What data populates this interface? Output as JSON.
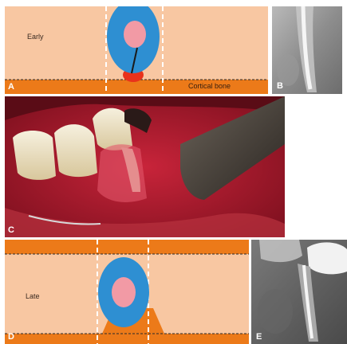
{
  "panels": {
    "a": {
      "label": "A",
      "stage": "Early",
      "bone_label": "Cortical bone"
    },
    "b": {
      "label": "B"
    },
    "c": {
      "label": "C"
    },
    "d": {
      "label": "D",
      "stage": "Late"
    },
    "e": {
      "label": "E"
    }
  },
  "colors": {
    "tissue": "#f8c7a2",
    "cortical_bone": "#ec7a19",
    "root_outer": "#2e8fd2",
    "pulp": "#f29aa5",
    "lesion": "#e8321b"
  }
}
